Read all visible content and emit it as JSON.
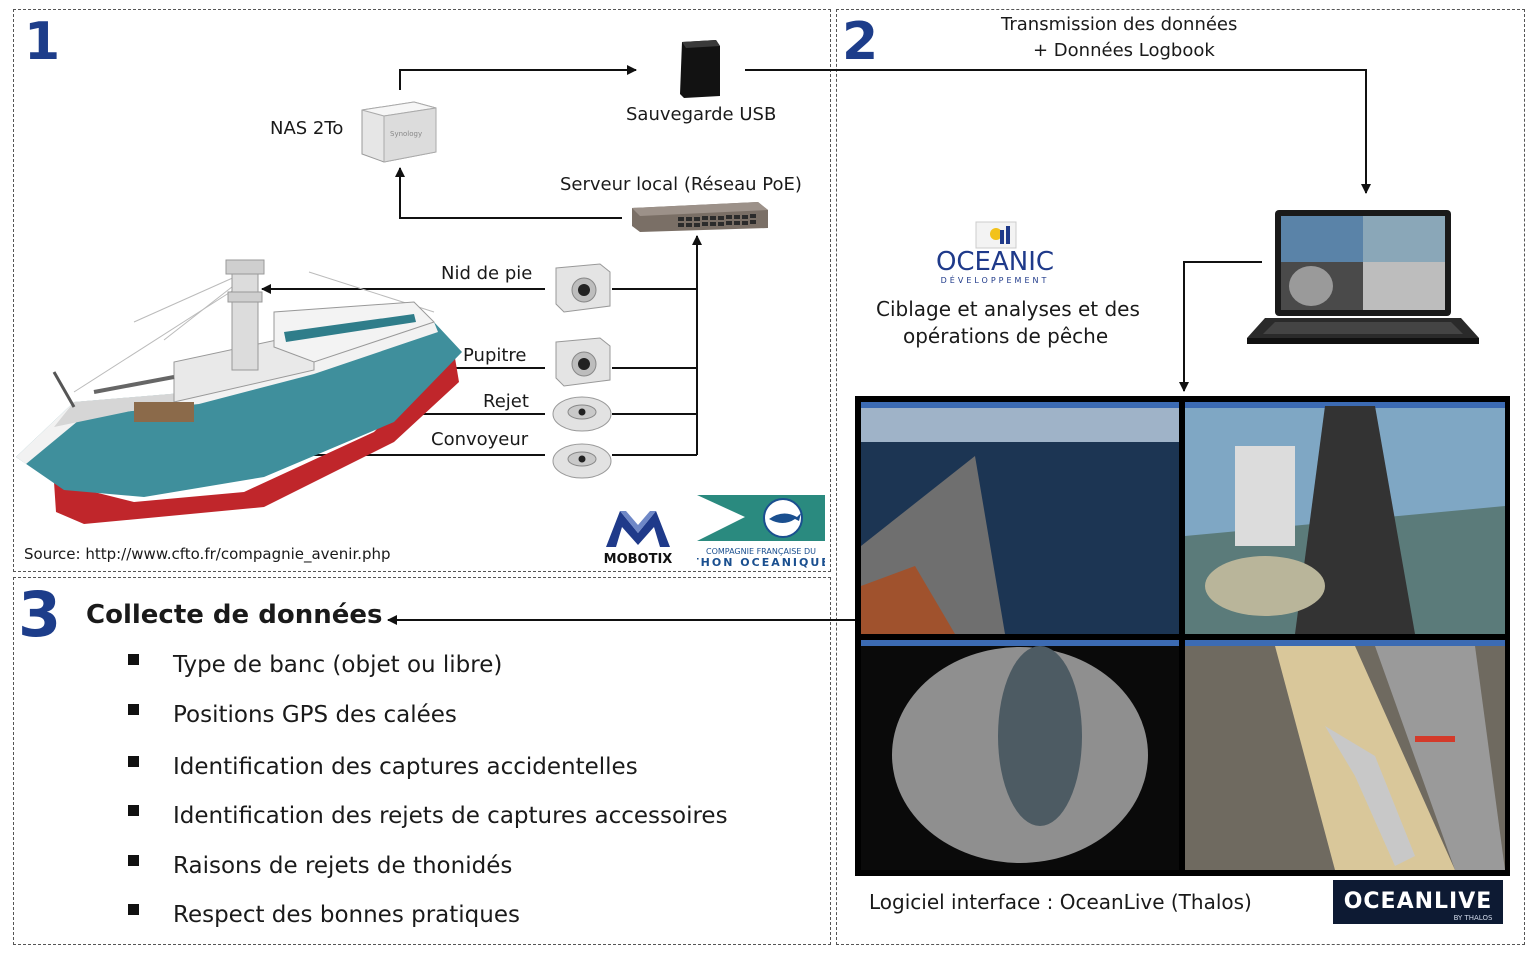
{
  "panels": {
    "p1": {
      "number": "1"
    },
    "p2": {
      "number": "2"
    },
    "p3": {
      "number": "3"
    }
  },
  "labels": {
    "nas": "NAS 2To",
    "usb": "Sauvegarde USB",
    "server": "Serveur local (Réseau PoE)",
    "cam_nid": "Nid de pie",
    "cam_pupitre": "Pupitre",
    "cam_rejet": "Rejet",
    "cam_convoyeur": "Convoyeur",
    "source": "Source: http://www.cfto.fr/compagnie_avenir.php",
    "transmission_line1": "Transmission des données",
    "transmission_line2": "+ Données Logbook",
    "oceanic_caption_line1": "Ciblage et analyses et des",
    "oceanic_caption_line2": "opérations de pêche",
    "software": "Logiciel interface : OceanLive (Thalos)"
  },
  "logos": {
    "mobotix": "MOBOTIX",
    "cfto_line1": "COMPAGNIE FRANÇAISE DU",
    "cfto_line2": "THON OCEANIQUE",
    "oceanic_name": "OCEANIC",
    "oceanic_sub": "DÉVELOPPEMENT",
    "oceanlive_name": "OCEANLIVE",
    "oceanlive_sub": "BY THALOS",
    "synology_text": "Synology"
  },
  "collecte": {
    "title": "Collecte de données",
    "items": [
      "Type de banc (objet ou libre)",
      "Positions GPS  des calées",
      "Identification des captures accidentelles",
      "Identification des rejets de captures accessoires",
      "Raisons de rejets de thonidés",
      "Respect des bonnes pratiques"
    ]
  },
  "colors": {
    "accent_number": "#1d3d8a",
    "hull_red": "#c0262b",
    "hull_teal": "#3f8f9c",
    "oceanlive_bg": "#0d1a33"
  }
}
